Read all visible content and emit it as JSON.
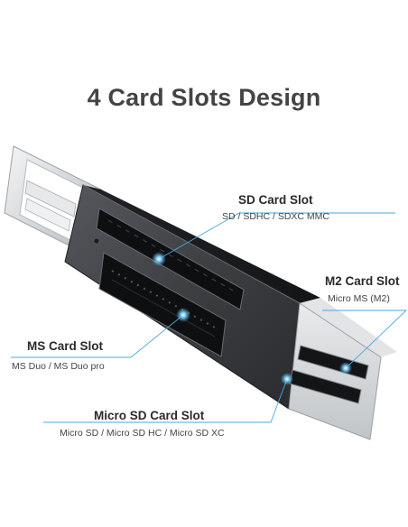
{
  "title": "4 Card Slots Design",
  "slots": {
    "sd": {
      "name": "SD Card Slot",
      "formats": "SD / SDHC / SDXC MMC"
    },
    "m2": {
      "name": "M2 Card Slot",
      "formats": "Micro MS  (M2)"
    },
    "ms": {
      "name": "MS Card Slot",
      "formats": "MS Duo / MS Duo pro"
    },
    "microsd": {
      "name": "Micro SD Card Slot",
      "formats": "Micro SD / Micro SD HC / Micro SD XC"
    }
  },
  "colors": {
    "accent": "#4aa8de",
    "body": "#2d2f32",
    "metal": "#c9ccce"
  }
}
